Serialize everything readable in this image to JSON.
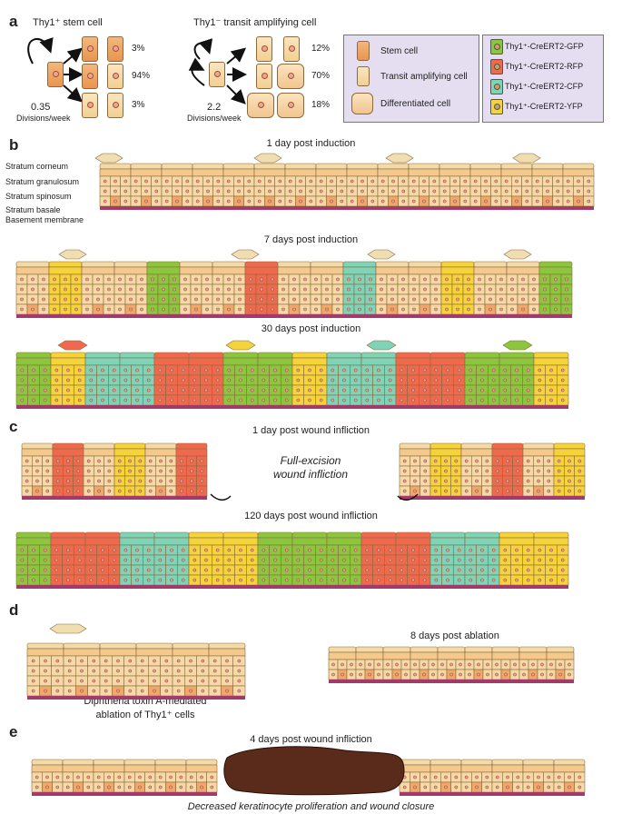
{
  "panel_a": {
    "label": "a",
    "stem_title": "Thy1⁺ stem cell",
    "stem_rate": "0.35",
    "stem_rate_unit": "Divisions/week",
    "stem_pcts": [
      "3%",
      "94%",
      "3%"
    ],
    "ta_title": "Thy1⁻ transit amplifying cell",
    "ta_rate": "2.2",
    "ta_rate_unit": "Divisions/week",
    "ta_pcts": [
      "12%",
      "70%",
      "18%"
    ],
    "legend_cells": [
      "Stem cell",
      "Transit amplifying cell",
      "Differentiated cell"
    ],
    "legend_colors": [
      {
        "label": "Thy1⁺-CreERT2-GFP",
        "color": "#8cc63f"
      },
      {
        "label": "Thy1⁺-CreERT2-RFP",
        "color": "#ef6a4d"
      },
      {
        "label": "Thy1⁺-CreERT2-CFP",
        "color": "#7fd3b6"
      },
      {
        "label": "Thy1⁺-CreERT2-YFP",
        "color": "#f5d33a"
      }
    ]
  },
  "panel_b": {
    "label": "b",
    "titles": [
      "1 day post induction",
      "7 days post induction",
      "30 days post induction"
    ],
    "layers": [
      "Stratum corneum",
      "Stratum granulosum",
      "Stratum spinosum",
      "Stratum basale",
      "Basement membrane"
    ]
  },
  "panel_c": {
    "label": "c",
    "titles": [
      "1 day post wound infliction",
      "120 days post wound infliction"
    ],
    "center_text_1": "Full-excision",
    "center_text_2": "wound infliction"
  },
  "panel_d": {
    "label": "d",
    "caption_1": "Diphtheria toxin A-mediated",
    "caption_2": "ablation of Thy1⁺ cells",
    "title_right": "8 days post ablation"
  },
  "panel_e": {
    "label": "e",
    "title": "4 days post wound infliction",
    "caption": "Decreased keratinocyte proliferation and wound closure"
  }
}
